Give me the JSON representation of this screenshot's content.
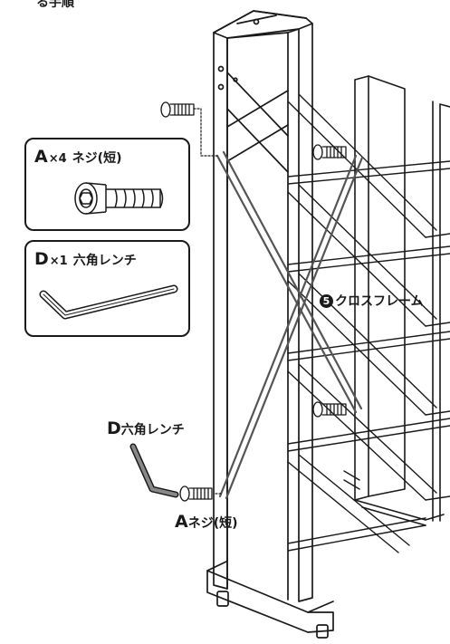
{
  "parts": {
    "a": {
      "letter": "A",
      "qty": "×4",
      "name": "ネジ(短)",
      "icon": "hex-screw-short-icon"
    },
    "d": {
      "letter": "D",
      "qty": "×1",
      "name": "六角レンチ",
      "icon": "hex-wrench-icon"
    }
  },
  "callouts": {
    "d_wrench": {
      "letter": "D",
      "name": "六角レンチ"
    },
    "a_screw": {
      "letter": "A",
      "name": "ネジ(短)"
    },
    "cross_frame": {
      "number": "5",
      "name": "クロスフレーム"
    }
  },
  "top_fragment": "る手順",
  "colors": {
    "line": "#1a1a1a",
    "cross_frame": "#555555",
    "background": "#ffffff"
  }
}
